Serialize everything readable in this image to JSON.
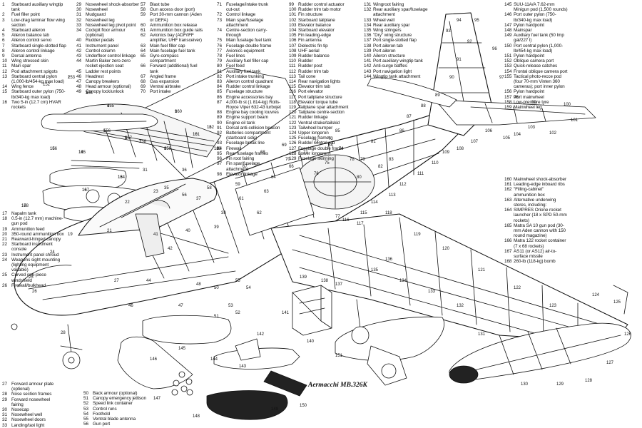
{
  "caption": "Aermacchi MB.326K",
  "legend_blocks": [
    {
      "key": "top-1",
      "items": [
        {
          "n": "1",
          "t": "Starboard auxiliary wingtip\ntank"
        },
        {
          "n": "2",
          "t": "Fuel filler point"
        },
        {
          "n": "3",
          "t": "Low-drag laminar flow wing\nsection"
        },
        {
          "n": "4",
          "t": "Starboard aileron"
        },
        {
          "n": "5",
          "t": "Aileron balance tab"
        },
        {
          "n": "6",
          "t": "Aileron control servo"
        },
        {
          "n": "7",
          "t": "Starboard single-slotted flap"
        },
        {
          "n": "8",
          "t": "Aileron control linkage"
        },
        {
          "n": "9",
          "t": "Dorsal antenna"
        },
        {
          "n": "10",
          "t": "Wing stressed skin"
        },
        {
          "n": "11",
          "t": "Main spar"
        },
        {
          "n": "12",
          "t": "Pod attachment spigots"
        },
        {
          "n": "13",
          "t": "Starboard central pylon\n(1,000-lb/454-kg max load)"
        },
        {
          "n": "14",
          "t": "Wing fence"
        },
        {
          "n": "15",
          "t": "Starboard outer pylon (750-\nlb/340-kg max load)"
        },
        {
          "n": "16",
          "t": "Two 5-in (12.7 cm) HVAR\nrockets"
        }
      ]
    },
    {
      "key": "top-2",
      "items": [
        {
          "n": "29",
          "t": "Nosewheel shock-absorber"
        },
        {
          "n": "30",
          "t": "Nosewheel"
        },
        {
          "n": "31",
          "t": "Mudguard"
        },
        {
          "n": "32",
          "t": "Nosewheel leg"
        },
        {
          "n": "33",
          "t": "Nosewheel leg pivot point"
        },
        {
          "n": "34",
          "t": "Cockpit floor armour\n(optional)"
        },
        {
          "n": "40",
          "t": "Rudder pedals"
        },
        {
          "n": "41",
          "t": "Instrument panel"
        },
        {
          "n": "42",
          "t": "Control column"
        },
        {
          "n": "43",
          "t": "Underfloor control linkage"
        },
        {
          "n": "44",
          "t": "Martin Baker zero-zero\nrocket ejection seat"
        },
        {
          "n": "45",
          "t": "Ladder rest points"
        },
        {
          "n": "46",
          "t": "Headrest"
        },
        {
          "n": "47",
          "t": "Canopy breakers"
        },
        {
          "n": "48",
          "t": "Head armour (optional)"
        },
        {
          "n": "49",
          "t": "Canopy lock/unlock"
        }
      ]
    },
    {
      "key": "top-3",
      "items": [
        {
          "n": "57",
          "t": "Blast tube"
        },
        {
          "n": "58",
          "t": "Gun access door (port)"
        },
        {
          "n": "59",
          "t": "Port 30-mm cannon (Aden\nor DEFA)"
        },
        {
          "n": "60",
          "t": "Ammunition box release"
        },
        {
          "n": "61",
          "t": "Ammunition box guide rails"
        },
        {
          "n": "62",
          "t": "Avionics bay (ADF/IFF\namplifier, UHF transceiver)"
        },
        {
          "n": "63",
          "t": "Main fuel filler cap"
        },
        {
          "n": "64",
          "t": "Main fuselage fuel tank"
        },
        {
          "n": "65",
          "t": "Gyro-compass\ncompartment"
        },
        {
          "n": "66",
          "t": "Forward (additional) fuel\ntank"
        },
        {
          "n": "67",
          "t": "Angled frame"
        },
        {
          "n": "68",
          "t": "Gas expansion"
        },
        {
          "n": "69",
          "t": "Ventral airbrake"
        },
        {
          "n": "70",
          "t": "Port intake"
        }
      ]
    },
    {
      "key": "top-4",
      "items": [
        {
          "n": "71",
          "t": "Fuselage/intake trunk\ncut-out"
        },
        {
          "n": "72",
          "t": "Control linkage"
        },
        {
          "n": "73",
          "t": "Main spar/fuselage\nattachment"
        },
        {
          "n": "74",
          "t": "Centre-section carry-\nthrough"
        },
        {
          "n": "75",
          "t": "Main fuselage fuel tank"
        },
        {
          "n": "76",
          "t": "Fuselage double frame"
        },
        {
          "n": "77",
          "t": "Avionics equipment"
        },
        {
          "n": "78",
          "t": "Fuel lines"
        },
        {
          "n": "79",
          "t": "Auxiliary fuel filler cap"
        },
        {
          "n": "80",
          "t": "Fuel feed"
        },
        {
          "n": "81",
          "t": "Auxiliary fuel tank"
        },
        {
          "n": "82",
          "t": "Port intake trunking"
        },
        {
          "n": "83",
          "t": "Aileron control quadrant"
        },
        {
          "n": "84",
          "t": "Rudder control linkage"
        },
        {
          "n": "85",
          "t": "Fuselage structure"
        },
        {
          "n": "86",
          "t": "Engine accessories bay"
        },
        {
          "n": "87",
          "t": "4,000-lb st (1 814-kg) Rolls-\nRoyce Viper 632-43 turbojet"
        },
        {
          "n": "88",
          "t": "Engine bay cooling louvres"
        },
        {
          "n": "89",
          "t": "Engine support beam"
        },
        {
          "n": "90",
          "t": "Engine oil tank"
        },
        {
          "n": "91",
          "t": "Dorsal anti-collision beacon"
        },
        {
          "n": "92",
          "t": "Batteries compartment\n(starboard side)"
        },
        {
          "n": "93",
          "t": "Fuselage break line"
        },
        {
          "n": "94",
          "t": "Firewall"
        },
        {
          "n": "95",
          "t": "Rear fuselage frames"
        },
        {
          "n": "96",
          "t": "Fin root fairing"
        },
        {
          "n": "97",
          "t": "Fin spar/fuselage\nattachment"
        },
        {
          "n": "98",
          "t": "Elevator linkage"
        }
      ]
    },
    {
      "key": "top-5",
      "items": [
        {
          "n": "99",
          "t": "Rudder control actuator"
        },
        {
          "n": "100",
          "t": "Rudder trim tab motor"
        },
        {
          "n": "101",
          "t": "Fin structure"
        },
        {
          "n": "102",
          "t": "Starboard tailplane"
        },
        {
          "n": "103",
          "t": "Elevator balance"
        },
        {
          "n": "104",
          "t": "Starboard elevator"
        },
        {
          "n": "105",
          "t": "Fin leading-edge"
        },
        {
          "n": "106",
          "t": "Fin antenna"
        },
        {
          "n": "107",
          "t": "Dielectric fin tip"
        },
        {
          "n": "108",
          "t": "UHF aerial"
        },
        {
          "n": "109",
          "t": "Rudder balance"
        },
        {
          "n": "110",
          "t": "Rudder"
        },
        {
          "n": "111",
          "t": "Rudder post"
        },
        {
          "n": "112",
          "t": "Rudder trim tab"
        },
        {
          "n": "113",
          "t": "Tail cone"
        },
        {
          "n": "114",
          "t": "Rear navigation lights"
        },
        {
          "n": "115",
          "t": "Elevator trim tab"
        },
        {
          "n": "116",
          "t": "Port elevator"
        },
        {
          "n": "117",
          "t": "Port tailplane structure"
        },
        {
          "n": "118",
          "t": "Elevator torque tube"
        },
        {
          "n": "119",
          "t": "Tailplane spar attachment"
        },
        {
          "n": "120",
          "t": "Tailplane centre-section"
        },
        {
          "n": "121",
          "t": "Rudder linkage"
        },
        {
          "n": "122",
          "t": "Ventral strake/tailskid"
        },
        {
          "n": "123",
          "t": "Tailwheel bumper"
        },
        {
          "n": "124",
          "t": "Upper longeron"
        },
        {
          "n": "125",
          "t": "Fuselage frames"
        },
        {
          "n": "126",
          "t": "Rudder control rod"
        },
        {
          "n": "127",
          "t": "Fuselage double frame"
        },
        {
          "n": "128",
          "t": "Lower longeron"
        },
        {
          "n": "129",
          "t": "Fuselage skinning"
        }
      ]
    },
    {
      "key": "top-6",
      "items": [
        {
          "n": "131",
          "t": "Wingroot fairing"
        },
        {
          "n": "132",
          "t": "Rear auxiliary spar/fuselage\nattachment"
        },
        {
          "n": "133",
          "t": "Wheel well"
        },
        {
          "n": "134",
          "t": "Rear auxiliary spar"
        },
        {
          "n": "135",
          "t": "Wing stringers"
        },
        {
          "n": "136",
          "t": "\"Dry\" wing structure"
        },
        {
          "n": "137",
          "t": "Port single-slotted flap"
        },
        {
          "n": "138",
          "t": "Port aileron tab"
        },
        {
          "n": "139",
          "t": "Port aileron"
        },
        {
          "n": "140",
          "t": "Aileron structure"
        },
        {
          "n": "141",
          "t": "Port auxiliary wingtip tank"
        },
        {
          "n": "142",
          "t": "Anti-surge baffles"
        },
        {
          "n": "143",
          "t": "Port navigation light"
        },
        {
          "n": "144",
          "t": "Wingtip tank attachment"
        }
      ]
    },
    {
      "key": "top-7",
      "items": [
        {
          "n": "145",
          "t": "SUU-11A/A 7.62-mm\nMinigun pod (1,500 rounds)"
        },
        {
          "n": "146",
          "t": "Port outer pylon (750-\nlb/340-kg max load)"
        },
        {
          "n": "147",
          "t": "Pylon hardpoint"
        },
        {
          "n": "148",
          "t": "Mainspar"
        },
        {
          "n": "149",
          "t": "Auxiliary fuel tank (50 Imp\ngal/227 l)"
        },
        {
          "n": "150",
          "t": "Port central pylon (1,000-\nlb/454-kg max load)"
        },
        {
          "n": "151",
          "t": "Pylon hardpoint"
        },
        {
          "n": "152",
          "t": "Oblique camera port"
        },
        {
          "n": "153",
          "t": "Quick-release catches"
        },
        {
          "n": "154",
          "t": "Frontal oblique camera port"
        },
        {
          "n": "155",
          "t": "Tactical photo-recce pod\n(four 70-mm Vinten 360\ncameras); port inner pylon"
        },
        {
          "n": "156",
          "t": "Pylon hardpoint"
        },
        {
          "n": "157",
          "t": "Port mainwheel"
        },
        {
          "n": "158",
          "t": "Low-pressure tyre"
        },
        {
          "n": "159",
          "t": "Mainwheel leg"
        }
      ]
    },
    {
      "key": "left-mid",
      "items": [
        {
          "n": "17",
          "t": "Napalm tank"
        },
        {
          "n": "18",
          "t": "0.5-in (12.7 mm) machine-\ngun pod"
        },
        {
          "n": "19",
          "t": "Ammunition feed"
        },
        {
          "n": "20",
          "t": "350-round ammunition box"
        },
        {
          "n": "21",
          "t": "Rearward-hinged canopy"
        },
        {
          "n": "22",
          "t": "Starboard instrument\nconsole"
        },
        {
          "n": "23",
          "t": "Instrument panel shroud"
        },
        {
          "n": "24",
          "t": "Weapons sight mounting\n(lighting equipment\nvariable)"
        },
        {
          "n": "25",
          "t": "Curved one-piece\nwindshield"
        },
        {
          "n": "26",
          "t": "Firewall/bulkhead"
        }
      ]
    },
    {
      "key": "right-mid",
      "items": [
        {
          "n": "160",
          "t": "Mainwheel shock-absorber"
        },
        {
          "n": "161",
          "t": "Leading-edge inboard ribs"
        },
        {
          "n": "162",
          "t": "\"Filling-cabinet\"\nammunition box"
        },
        {
          "n": "163",
          "t": "Alternative underwing\nstores, including:"
        },
        {
          "n": "164",
          "t": "SIMPRES Orione rocket\nlauncher (18 x SPD 50-mm\nrockets)"
        },
        {
          "n": "165",
          "t": "Matra SA 10 gun pod (30-\nmm Aden cannon with 150\nround magazine)"
        },
        {
          "n": "166",
          "t": "Matra 122 rocket container\n(7 x 68 rockets)"
        },
        {
          "n": "167",
          "t": "AS11 (or AS12) air-to-\nsurface missile"
        },
        {
          "n": "168",
          "t": "260-lb (118-kg) bomb"
        }
      ]
    },
    {
      "key": "bottom-1",
      "items": [
        {
          "n": "27",
          "t": "Forward armour plate\n(optional)"
        },
        {
          "n": "28",
          "t": "Nose section frames"
        },
        {
          "n": "29",
          "t": "Forward nosewheel\nfairing"
        },
        {
          "n": "30",
          "t": "Nosecap"
        },
        {
          "n": "31",
          "t": "Nosewheel well"
        },
        {
          "n": "32",
          "t": "Nosewheel doors"
        },
        {
          "n": "33",
          "t": "Landing/taxi light"
        }
      ]
    },
    {
      "key": "bottom-2",
      "items": [
        {
          "n": "50",
          "t": "Back armour (optional)"
        },
        {
          "n": "51",
          "t": "Canopy emergency jettison"
        },
        {
          "n": "52",
          "t": "Speed link container"
        },
        {
          "n": "53",
          "t": "Control runs"
        },
        {
          "n": "54",
          "t": "Foothold"
        },
        {
          "n": "55",
          "t": "Ventral blade antenna"
        },
        {
          "n": "56",
          "t": "Gun port"
        }
      ]
    }
  ],
  "callouts": [
    "1",
    "2",
    "3",
    "4",
    "5",
    "6",
    "7",
    "8",
    "9",
    "10",
    "11",
    "12",
    "13",
    "14",
    "15",
    "16",
    "17",
    "19",
    "21",
    "22",
    "23",
    "24",
    "25",
    "26",
    "27",
    "28",
    "31",
    "35",
    "36",
    "37",
    "38",
    "39",
    "40",
    "41",
    "42",
    "44",
    "46",
    "47",
    "48",
    "50",
    "51",
    "52",
    "53",
    "54",
    "55",
    "56",
    "58",
    "59",
    "61",
    "62",
    "63",
    "64",
    "66",
    "67",
    "68",
    "69",
    "70",
    "71",
    "72",
    "73",
    "74",
    "75",
    "76",
    "77",
    "78",
    "79",
    "80",
    "81",
    "82",
    "83",
    "84",
    "85",
    "86",
    "87",
    "88",
    "89",
    "90",
    "91",
    "92",
    "93",
    "94",
    "95",
    "96",
    "97",
    "98",
    "99",
    "100",
    "101",
    "102",
    "103",
    "104",
    "105",
    "106",
    "107",
    "108",
    "109",
    "110",
    "111",
    "112",
    "113",
    "114",
    "115",
    "116",
    "117",
    "118",
    "119",
    "120",
    "121",
    "122",
    "123",
    "124",
    "125",
    "126",
    "127",
    "128",
    "129",
    "130",
    "131",
    "132",
    "133",
    "134",
    "135",
    "136",
    "137",
    "138",
    "139",
    "140",
    "141",
    "142",
    "143",
    "144",
    "145",
    "146",
    "147",
    "148",
    "149",
    "150",
    "151",
    "152",
    "153",
    "154",
    "155",
    "156",
    "157",
    "158",
    "159",
    "160",
    "161",
    "162",
    "163",
    "164",
    "165",
    "166",
    "167",
    "168"
  ]
}
